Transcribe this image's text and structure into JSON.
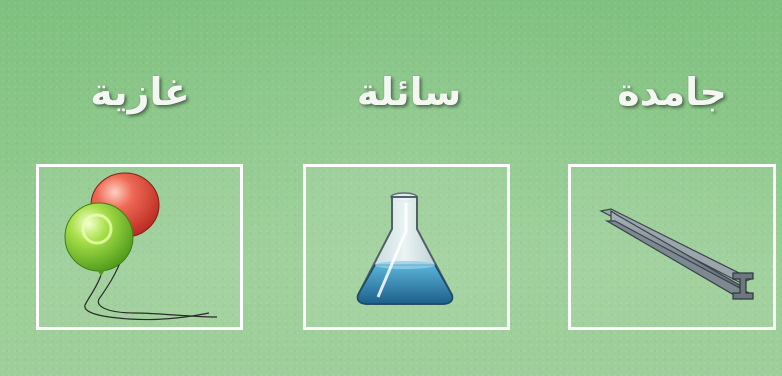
{
  "labels": {
    "gas": "غازية",
    "liquid": "سائلة",
    "solid": "جامدة"
  },
  "icons": {
    "gas": "balloons-icon",
    "liquid": "flask-icon",
    "solid": "steel-beam-icon"
  },
  "colors": {
    "background": "#8cc88a",
    "label_text": "#f4f6f2",
    "panel_border": "#ffffff",
    "balloon_red": "#e0483a",
    "balloon_green": "#8fd238",
    "liquid_blue": "#2a7fb0",
    "steel": "#6f7b84"
  }
}
